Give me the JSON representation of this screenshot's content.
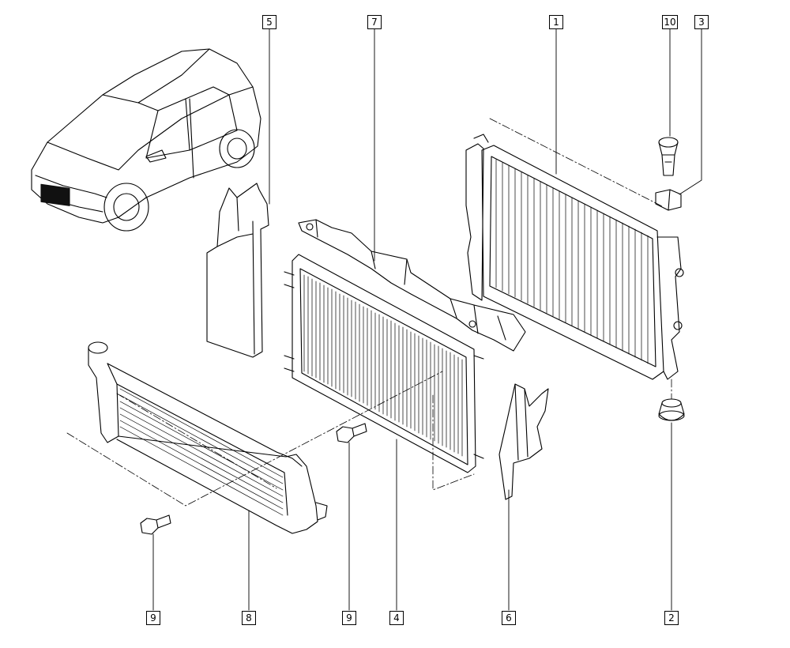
{
  "callouts": {
    "c1": "1",
    "c2": "2",
    "c3": "3",
    "c4": "4",
    "c5": "5",
    "c6": "6",
    "c7": "7",
    "c8": "8",
    "c9a": "9",
    "c9b": "9",
    "c10": "10"
  },
  "colors": {
    "ink": "#000000",
    "paper": "#ffffff",
    "grille": "#111111"
  }
}
